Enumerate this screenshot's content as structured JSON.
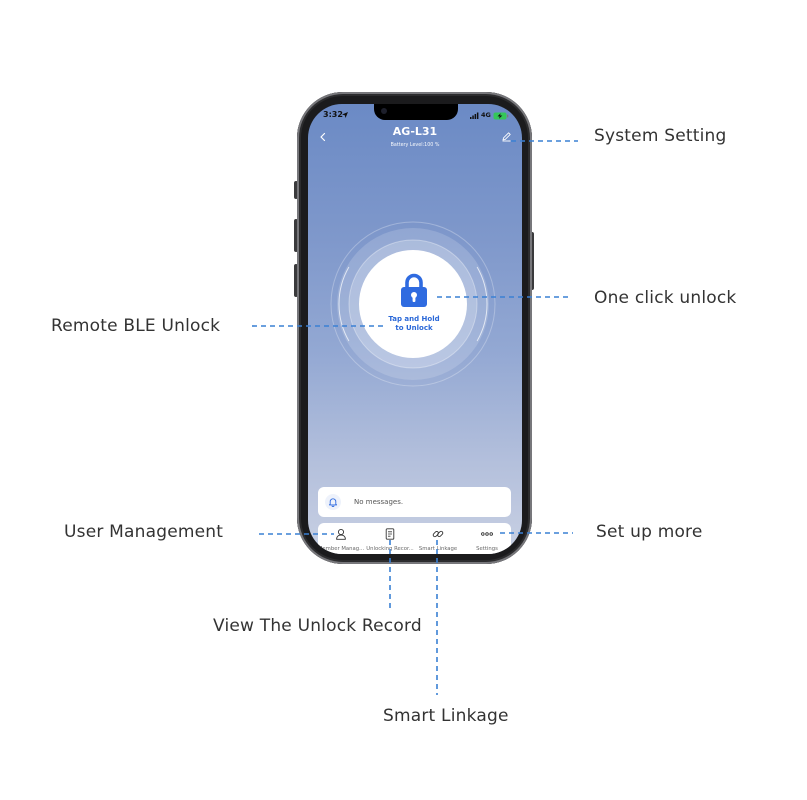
{
  "status_bar": {
    "time": "3:32",
    "network": "4G"
  },
  "header": {
    "title": "AG-L31",
    "subtitle": "Battery Level:100 %"
  },
  "unlock": {
    "line1": "Tap and Hold",
    "line2": "to Unlock"
  },
  "messages": {
    "text": "No messages."
  },
  "nav": [
    {
      "label": "Member Manag...",
      "icon": "person-icon"
    },
    {
      "label": "Unlocking Recor...",
      "icon": "record-icon"
    },
    {
      "label": "Smart Linkage",
      "icon": "link-icon"
    },
    {
      "label": "Settings",
      "icon": "more-icon"
    }
  ],
  "callouts": {
    "system_setting": "System Setting",
    "one_click": "One click unlock",
    "remote_ble": "Remote BLE Unlock",
    "user_management": "User Management",
    "set_up_more": "Set up more",
    "view_record": "View The Unlock Record",
    "smart_linkage": "Smart Linkage"
  },
  "colors": {
    "accent": "#2f6be0",
    "callout_line": "#3a80d4",
    "screen_top": "#6b8ac5",
    "screen_bottom": "#c8d0e3",
    "battery": "#34c759"
  }
}
